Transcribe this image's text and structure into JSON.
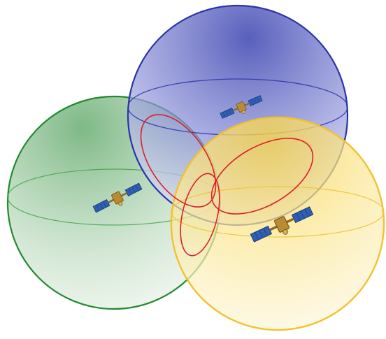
{
  "figure": {
    "spheres": [
      {
        "id": "blue",
        "color": "#2b34a8",
        "fill_light": "#e7e9f7",
        "fill_dark": "#5a63c4",
        "satellite_icon": "satellite-icon"
      },
      {
        "id": "green",
        "color": "#238a2e",
        "fill_light": "#f1f6ef",
        "fill_dark": "#86bd8c",
        "satellite_icon": "satellite-icon"
      },
      {
        "id": "yellow",
        "color": "#f2c230",
        "fill_light": "#fdf8e4",
        "fill_dark": "#f7dd6d",
        "satellite_icon": "satellite-icon"
      }
    ],
    "intersection_color": "#d9202a",
    "satellite_colors": {
      "panel": "#2f5fb4",
      "panel_edge": "#163a7a",
      "body": "#b98b32",
      "body_edge": "#6f4f18"
    }
  }
}
